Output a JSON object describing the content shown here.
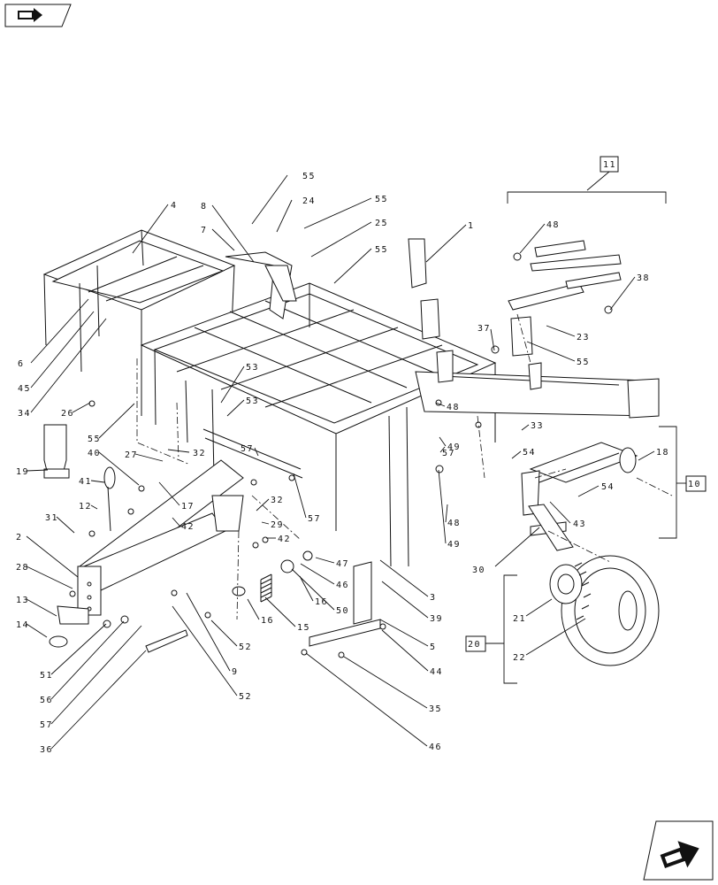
{
  "nav": {
    "top_icon": "back-arrow-icon",
    "bottom_icon": "next-arrow-icon"
  },
  "group_labels": [
    "11",
    "10",
    "20"
  ],
  "callouts": [
    "55",
    "24",
    "55",
    "25",
    "55",
    "8",
    "7",
    "4",
    "1",
    "48",
    "38",
    "23",
    "55",
    "37",
    "48",
    "33",
    "18",
    "54",
    "57",
    "54",
    "43",
    "10",
    "49",
    "48",
    "49",
    "30",
    "6",
    "45",
    "34",
    "26",
    "55",
    "19",
    "53",
    "53",
    "57",
    "40",
    "27",
    "32",
    "41",
    "12",
    "17",
    "42",
    "32",
    "31",
    "29",
    "42",
    "57",
    "2",
    "28",
    "13",
    "14",
    "51",
    "56",
    "57",
    "36",
    "9",
    "52",
    "52",
    "16",
    "16",
    "15",
    "47",
    "46",
    "50",
    "39",
    "3",
    "5",
    "44",
    "35",
    "46",
    "21",
    "22"
  ]
}
